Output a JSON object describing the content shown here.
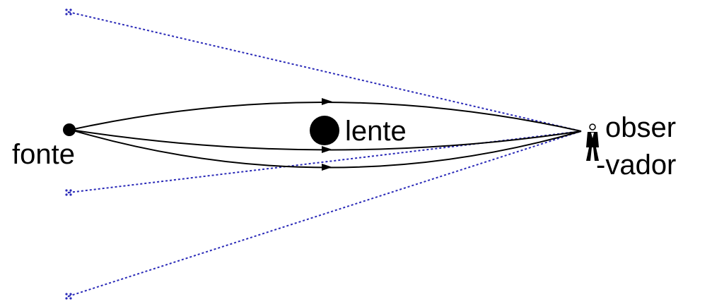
{
  "diagram": {
    "source_label": "fonte",
    "lens_label": "lente",
    "observer_label_line1": "obser",
    "observer_label_line2": "-vador"
  },
  "colors": {
    "real_rays": "#000000",
    "apparent_rays": "#2a2ab8",
    "background": "#ffffff"
  }
}
